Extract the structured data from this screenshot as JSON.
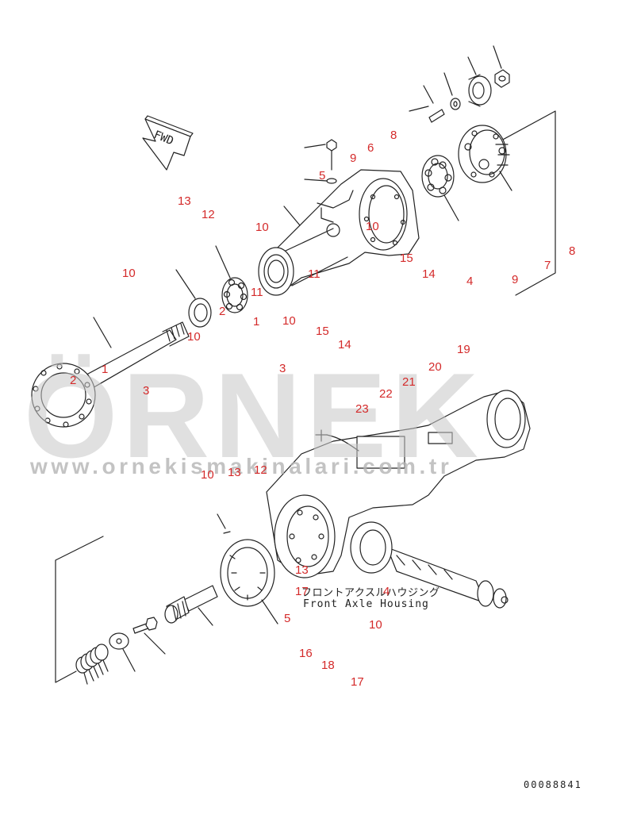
{
  "diagram": {
    "assembly_label_jp": "フロントアクスルハウジング",
    "assembly_label_en": "Front Axle Housing",
    "drawing_number": "00088841",
    "direction_label": "FWD",
    "colors": {
      "callout": "#d42a2a",
      "line": "#222222",
      "watermark": "#c8c8c8"
    }
  },
  "watermark": {
    "brand": "ÖRNEK",
    "url": "www.ornekismakinalari.com.tr"
  },
  "callouts": [
    {
      "id": "c1",
      "text": "13"
    },
    {
      "id": "c2",
      "text": "12"
    },
    {
      "id": "c3",
      "text": "10"
    },
    {
      "id": "c4",
      "text": "9"
    },
    {
      "id": "c5",
      "text": "6"
    },
    {
      "id": "c6",
      "text": "8"
    },
    {
      "id": "c7",
      "text": "5"
    },
    {
      "id": "c8",
      "text": "10"
    },
    {
      "id": "c9",
      "text": "11"
    },
    {
      "id": "c10",
      "text": "15"
    },
    {
      "id": "c11",
      "text": "14"
    },
    {
      "id": "c12",
      "text": "4"
    },
    {
      "id": "c13",
      "text": "9"
    },
    {
      "id": "c14",
      "text": "7"
    },
    {
      "id": "c15",
      "text": "8"
    },
    {
      "id": "c16",
      "text": "10"
    },
    {
      "id": "c17",
      "text": "11"
    },
    {
      "id": "c18",
      "text": "2"
    },
    {
      "id": "c19",
      "text": "1"
    },
    {
      "id": "c20",
      "text": "10"
    },
    {
      "id": "c21",
      "text": "10"
    },
    {
      "id": "c22",
      "text": "15"
    },
    {
      "id": "c23",
      "text": "14"
    },
    {
      "id": "c24",
      "text": "1"
    },
    {
      "id": "c25",
      "text": "2"
    },
    {
      "id": "c26",
      "text": "3"
    },
    {
      "id": "c27",
      "text": "3"
    },
    {
      "id": "c28",
      "text": "19"
    },
    {
      "id": "c29",
      "text": "20"
    },
    {
      "id": "c30",
      "text": "21"
    },
    {
      "id": "c31",
      "text": "22"
    },
    {
      "id": "c32",
      "text": "23"
    },
    {
      "id": "c33",
      "text": "10"
    },
    {
      "id": "c34",
      "text": "13"
    },
    {
      "id": "c35",
      "text": "12"
    },
    {
      "id": "c36",
      "text": "13"
    },
    {
      "id": "c37",
      "text": "17"
    },
    {
      "id": "c38",
      "text": "4"
    },
    {
      "id": "c39",
      "text": "5"
    },
    {
      "id": "c40",
      "text": "10"
    },
    {
      "id": "c41",
      "text": "16"
    },
    {
      "id": "c42",
      "text": "18"
    },
    {
      "id": "c43",
      "text": "17"
    }
  ]
}
